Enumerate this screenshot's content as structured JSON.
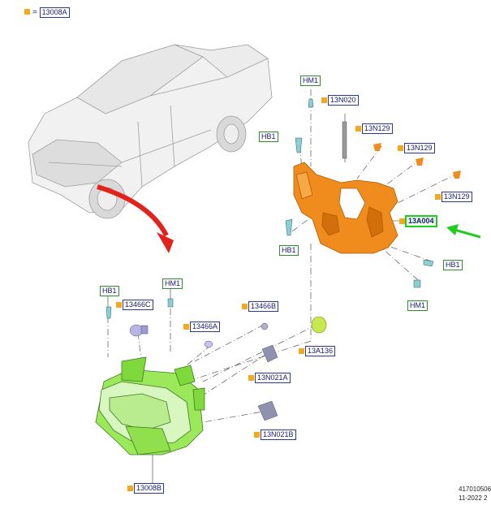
{
  "legend": {
    "ref": "13008A",
    "eq": "="
  },
  "labels": {
    "hm1_top": "HM1",
    "n13n020": "13N020",
    "hb1_top": "HB1",
    "n13n129_a": "13N129",
    "n13n129_b": "13N129",
    "n13n129_c": "13N129",
    "n13a004": "13A004",
    "hb1_left": "HB1",
    "hb1_right": "HB1",
    "hm1_right": "HM1",
    "hb1_lamp": "HB1",
    "hm1_lamp": "HM1",
    "n13466c": "13466C",
    "n13466b": "13466B",
    "n13466a": "13466A",
    "n13a136": "13A136",
    "n13n021a": "13N021A",
    "n13n021b": "13N021B",
    "n13008b": "13008B"
  },
  "doc_id": {
    "line1": "417010506",
    "line2": "11-2022 2"
  },
  "colors": {
    "bracket": "#f08c1e",
    "lamp": "#9be85a",
    "arrow_red": "#e3231b",
    "arrow_green": "#22cc22",
    "marker": "#f4a81d"
  }
}
